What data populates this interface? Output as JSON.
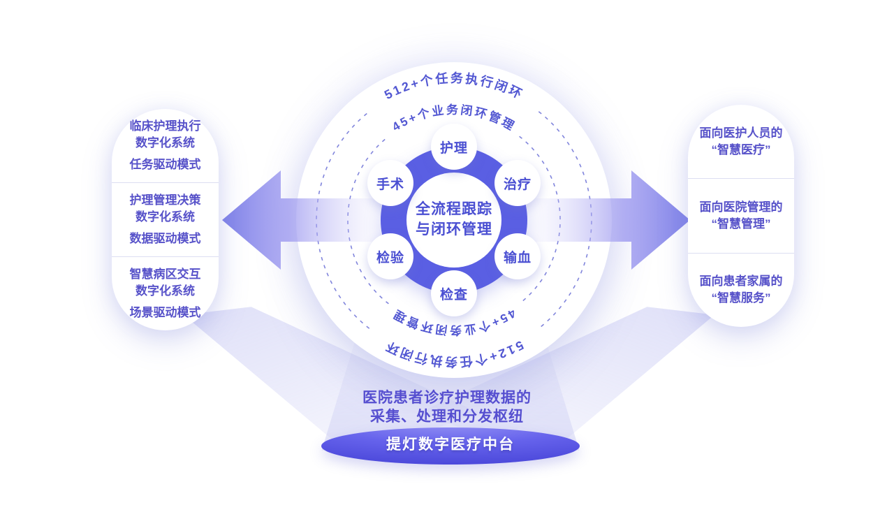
{
  "colors": {
    "primary_blue": "#5A5FE3",
    "text_purple": "#5257D2",
    "arrow_purple": "#8487E9",
    "dash_line": "#8185DC",
    "ellipse_deep": "#4542D6"
  },
  "rings": {
    "outer_label": "512+个任务执行闭环",
    "inner_label": "45+个业务闭环管理"
  },
  "hub": {
    "title_line1": "全流程跟踪",
    "title_line2": "与闭环管理",
    "nodes": [
      {
        "label": "护理"
      },
      {
        "label": "治疗"
      },
      {
        "label": "输血"
      },
      {
        "label": "检查"
      },
      {
        "label": "检验"
      },
      {
        "label": "手术"
      }
    ]
  },
  "left_panel": {
    "sections": [
      {
        "line1": "临床护理执行",
        "line2": "数字化系统",
        "mode": "任务驱动模式"
      },
      {
        "line1": "护理管理决策",
        "line2": "数字化系统",
        "mode": "数据驱动模式"
      },
      {
        "line1": "智慧病区交互",
        "line2": "数字化系统",
        "mode": "场景驱动模式"
      }
    ]
  },
  "right_panel": {
    "sections": [
      {
        "line1": "面向医护人员的",
        "line2": "“智慧医疗”"
      },
      {
        "line1": "面向医院管理的",
        "line2": "“智慧管理”"
      },
      {
        "line1": "面向患者家属的",
        "line2": "“智慧服务”"
      }
    ]
  },
  "bottom": {
    "desc_line1": "医院患者诊疗护理数据的",
    "desc_line2": "采集、处理和分发枢纽",
    "platform": "提灯数字医疗中台"
  }
}
